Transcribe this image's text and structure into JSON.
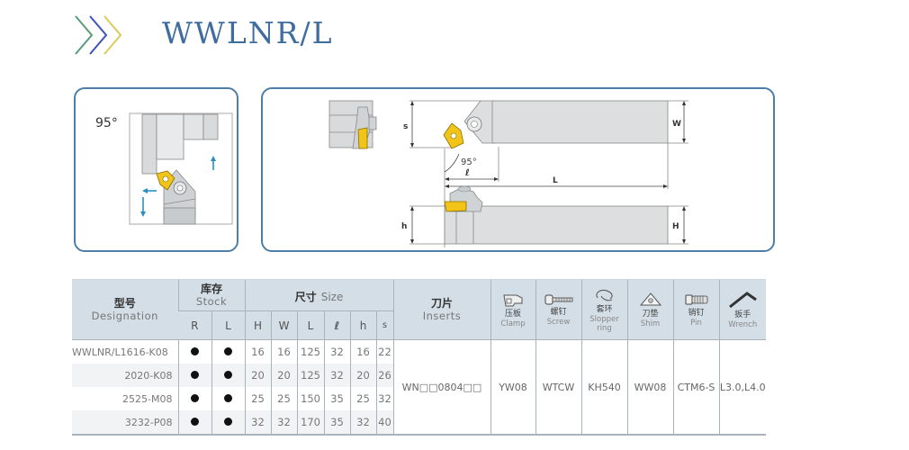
{
  "header": {
    "title": "WWLNR/L",
    "chevron_colors": [
      "#5a9b7a",
      "#3f52b8",
      "#dccb5a"
    ]
  },
  "diagram_left": {
    "angle_label": "95°",
    "insert_color": "#f2c418",
    "arrow_color": "#2a8fc0"
  },
  "diagram_right": {
    "dimension_labels": {
      "s": "s",
      "angle": "95°",
      "l_small": "ℓ",
      "L": "L",
      "W": "W",
      "h": "h",
      "H": "H"
    }
  },
  "table": {
    "headers": {
      "designation": {
        "cn": "型号",
        "en": "Designation"
      },
      "stock": {
        "cn": "库存",
        "en": "Stock",
        "cols": [
          "R",
          "L"
        ]
      },
      "size": {
        "cn": "尺寸",
        "en": "Size",
        "cols": [
          "H",
          "W",
          "L",
          "ℓ",
          "h",
          "s"
        ]
      },
      "inserts": {
        "cn": "刀片",
        "en": "Inserts"
      },
      "accessories": [
        {
          "cn": "压板",
          "en": "Clamp",
          "icon": "clamp-icon"
        },
        {
          "cn": "螺钉",
          "en": "Screw",
          "icon": "screw-icon"
        },
        {
          "cn": "套环",
          "en": "Slopper ring",
          "icon": "stopper-ring-icon"
        },
        {
          "cn": "刀垫",
          "en": "Shim",
          "icon": "shim-icon"
        },
        {
          "cn": "销钉",
          "en": "Pin",
          "icon": "pin-icon"
        },
        {
          "cn": "扳手",
          "en": "Wrench",
          "icon": "wrench-icon"
        }
      ]
    },
    "rows": [
      {
        "designation": "WWLNR/L1616-K08",
        "stock_r": "●",
        "stock_l": "●",
        "H": "16",
        "W": "16",
        "L": "125",
        "l": "32",
        "h": "16",
        "s": "22"
      },
      {
        "designation": "2020-K08",
        "stock_r": "●",
        "stock_l": "●",
        "H": "20",
        "W": "20",
        "L": "125",
        "l": "32",
        "h": "20",
        "s": "26"
      },
      {
        "designation": "2525-M08",
        "stock_r": "●",
        "stock_l": "●",
        "H": "25",
        "W": "25",
        "L": "150",
        "l": "35",
        "h": "25",
        "s": "32"
      },
      {
        "designation": "3232-P08",
        "stock_r": "●",
        "stock_l": "●",
        "H": "32",
        "W": "32",
        "L": "170",
        "l": "35",
        "h": "32",
        "s": "40"
      }
    ],
    "shared": {
      "insert": "WN□□0804□□",
      "clamp": "YW08",
      "screw": "WTCW",
      "stopper_ring": "KH540",
      "shim": "WW08",
      "pin": "CTM6-S",
      "wrench": "L3.0,L4.0"
    }
  }
}
